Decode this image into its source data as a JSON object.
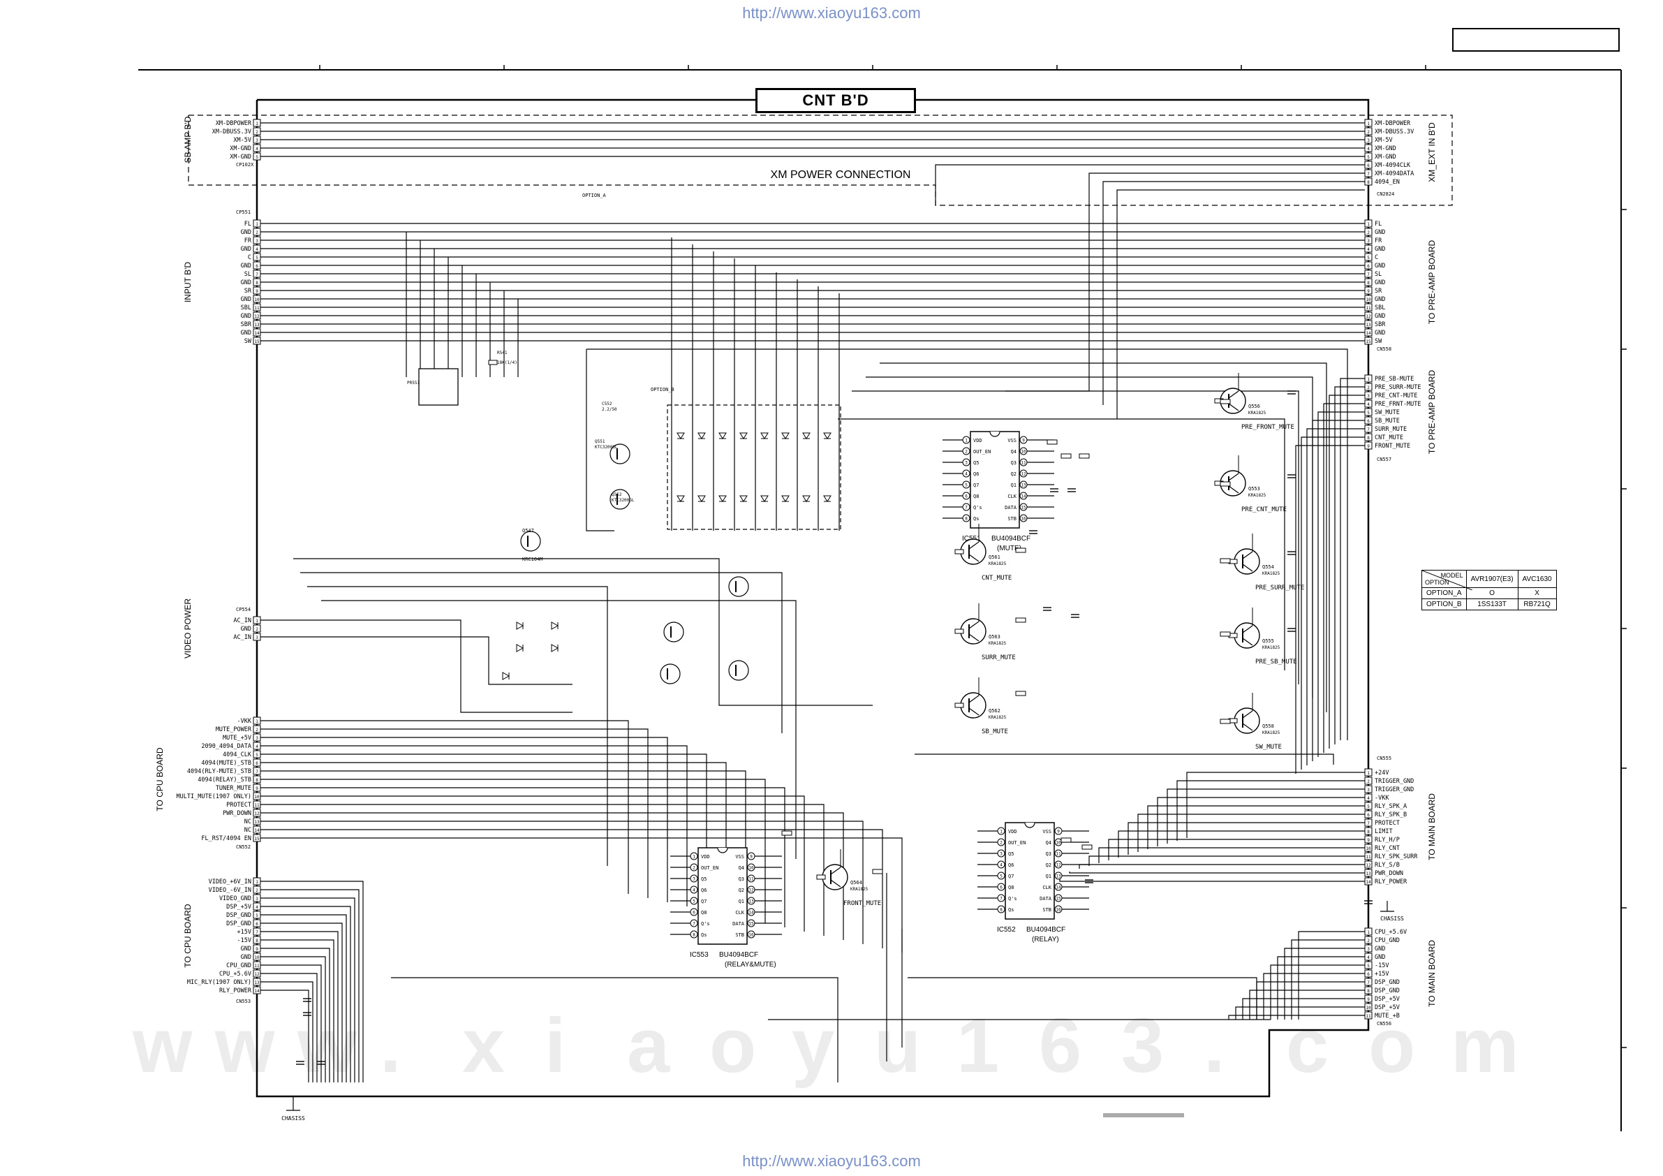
{
  "url_top": "http://www.xiaoyu163.com",
  "url_bottom": "http://www.xiaoyu163.com",
  "board_title": "CNT B'D",
  "watermark_letters": [
    "w",
    "w",
    "w",
    ".",
    "x",
    "i",
    "a",
    "o",
    "y",
    "u",
    "1",
    "6",
    "3",
    ".",
    "c",
    "o",
    "m"
  ],
  "xm_power_label": "XM POWER CONNECTION",
  "option_a_tag": "OPTION_A",
  "option_b_tag": "OPTION_B",
  "connectors": {
    "sb_amp": {
      "title": "SB AMP B'D",
      "ref": "CP102X",
      "pins": [
        "XM-DBPOWER",
        "XM-DBUSS.3V",
        "XM-5V",
        "XM-GND",
        "XM-GND"
      ]
    },
    "xm_ext": {
      "title": "XM_EXT IN B'D",
      "ref": "CN2824",
      "pins": [
        "XM-DBPOWER",
        "XM-DBUSS.3V",
        "XM-5V",
        "XM-GND",
        "XM-GND",
        "XM-4094CLK",
        "XM-4094DATA",
        "4094_EN"
      ]
    },
    "input_bd": {
      "title": "INPUT B'D",
      "ref": "CP551",
      "pins": [
        "FL",
        "GND",
        "FR",
        "GND",
        "C",
        "GND",
        "SL",
        "GND",
        "SR",
        "GND",
        "SBL",
        "GND",
        "SBR",
        "GND",
        "SW"
      ]
    },
    "to_pre_amp_1": {
      "title": "TO PRE-AMP BOARD",
      "ref": "CN558",
      "pins": [
        "FL",
        "GND",
        "FR",
        "GND",
        "C",
        "GND",
        "SL",
        "GND",
        "SR",
        "GND",
        "SBL",
        "GND",
        "SBR",
        "GND",
        "SW"
      ]
    },
    "to_pre_amp_2": {
      "title": "TO PRE-AMP BOARD",
      "ref": "CN557",
      "pins": [
        "PRE_SB-MUTE",
        "PRE_SURR-MUTE",
        "PRE_CNT-MUTE",
        "PRE_FRNT-MUTE",
        "SW_MUTE",
        "SB_MUTE",
        "SURR_MUTE",
        "CNT_MUTE",
        "FRONT_MUTE"
      ]
    },
    "video_power": {
      "title": "VIDEO POWER",
      "ref": "CP554",
      "pins": [
        "AC_IN",
        "GND",
        "AC_IN"
      ]
    },
    "to_cpu_1": {
      "title": "TO CPU BOARD",
      "ref": "CN552",
      "pins": [
        "-VKK",
        "MUTE_POWER",
        "MUTE_+5V",
        "2090_4094_DATA",
        "4094_CLK",
        "4094(MUTE)_STB",
        "4094(RLY-MUTE)_STB",
        "4094(RELAY)_STB",
        "TUNER_MUTE",
        "MULTI_MUTE(1907 ONLY)",
        "PROTECT",
        "PWR_DOWN",
        "NC",
        "NC",
        "FL_RST/4094 EN"
      ]
    },
    "to_cpu_2": {
      "title": "TO CPU BOARD",
      "ref": "CN553",
      "pins": [
        "VIDEO_+6V_IN",
        "VIDEO_-6V_IN",
        "VIDEO_GND",
        "DSP_+5V",
        "DSP_GND",
        "DSP_GND",
        "+15V",
        "-15V",
        "GND",
        "GND",
        "CPU_GND",
        "CPU_+5.6V",
        "MIC_RLY(1907 ONLY)",
        "RLY_POWER"
      ]
    },
    "to_main_1": {
      "title": "TO MAIN BOARD",
      "ref": "CN555",
      "pins": [
        "+24V",
        "TRIGGER_GND",
        "TRIGGER_GND",
        "-VKK",
        "RLY_SPK_A",
        "RLY_SPK_B",
        "PROTECT",
        "LIMIT",
        "RLY_H/P",
        "RLY_CNT",
        "RLY_SPK_SURR",
        "RLY_S/B",
        "PWR_DOWN",
        "RLY_POWER"
      ]
    },
    "to_main_2": {
      "title": "TO MAIN BOARD",
      "ref": "CN556",
      "pins": [
        "CPU_+5.6V",
        "CPU_GND",
        "GND",
        "GND",
        "-15V",
        "+15V",
        "DSP_GND",
        "DSP_GND",
        "DSP_+5V",
        "DSP_+5V",
        "MUTE_+B"
      ]
    }
  },
  "ics": {
    "ic551": {
      "ref": "IC551",
      "part": "BU4094BCF",
      "note": "(MUTE)",
      "left_pins": [
        "VDD",
        "OUT_EN",
        "Q5",
        "Q6",
        "Q7",
        "Q8",
        "Q's",
        "Qs"
      ],
      "right_pins": [
        "STB",
        "DATA",
        "CLK",
        "Q1",
        "Q2",
        "Q3",
        "Q4",
        "VSS"
      ]
    },
    "ic552": {
      "ref": "IC552",
      "part": "BU4094BCF",
      "note": "(RELAY)",
      "left_pins": [
        "VDD",
        "OUT_EN",
        "Q5",
        "Q6",
        "Q7",
        "Q8",
        "Q's",
        "Qs"
      ],
      "right_pins": [
        "STB",
        "DATA",
        "CLK",
        "Q1",
        "Q2",
        "Q3",
        "Q4",
        "VSS"
      ]
    },
    "ic553": {
      "ref": "IC553",
      "part": "BU4094BCF",
      "note": "(RELAY&MUTE)",
      "left_pins": [
        "VDD",
        "OUT_EN",
        "Q5",
        "Q6",
        "Q7",
        "Q8",
        "Q's",
        "Qs"
      ],
      "right_pins": [
        "STB",
        "DATA",
        "CLK",
        "Q1",
        "Q2",
        "Q3",
        "Q4",
        "VSS"
      ]
    }
  },
  "transistors": [
    {
      "ref": "Q556",
      "part": "KRA1825",
      "label": "PRE_FRONT_MUTE"
    },
    {
      "ref": "Q553",
      "part": "KRA1825",
      "label": "PRE_CNT_MUTE"
    },
    {
      "ref": "Q554",
      "part": "KRA1825",
      "label": "PRE_SURR_MUTE"
    },
    {
      "ref": "Q555",
      "part": "KRA1825",
      "label": "PRE_SB_MUTE"
    },
    {
      "ref": "Q558",
      "part": "KRA1825",
      "label": "SW_MUTE"
    },
    {
      "ref": "Q561",
      "part": "KRA1825",
      "label": "CNT_MUTE"
    },
    {
      "ref": "Q563",
      "part": "KRA1825",
      "label": "SURR_MUTE"
    },
    {
      "ref": "Q562",
      "part": "KRA1825",
      "label": "SB_MUTE"
    },
    {
      "ref": "Q564",
      "part": "KRA1825",
      "label": "FRONT_MUTE"
    }
  ],
  "misc_parts": {
    "pr551": "PR551",
    "q547": "Q547",
    "q547_part": "KRC104M",
    "r541": "R541",
    "r541_val": "18K(1/4)",
    "q551": "Q551",
    "q551_part": "KTC3200GL",
    "q552": "Q552",
    "q552_part": "KTC3200GL",
    "c552": "C552",
    "c552_val": "2.2/50"
  },
  "option_table": {
    "header_model": "MODEL",
    "header_option": "OPTION",
    "col1": "AVR1907(E3)",
    "col2": "AVC1630",
    "rows": [
      {
        "name": "OPTION_A",
        "v1": "O",
        "v2": "X"
      },
      {
        "name": "OPTION_B",
        "v1": "1SS133T",
        "v2": "RB721Q"
      }
    ]
  },
  "chassis_left": "CHASISS",
  "chassis_right": "CHASISS"
}
